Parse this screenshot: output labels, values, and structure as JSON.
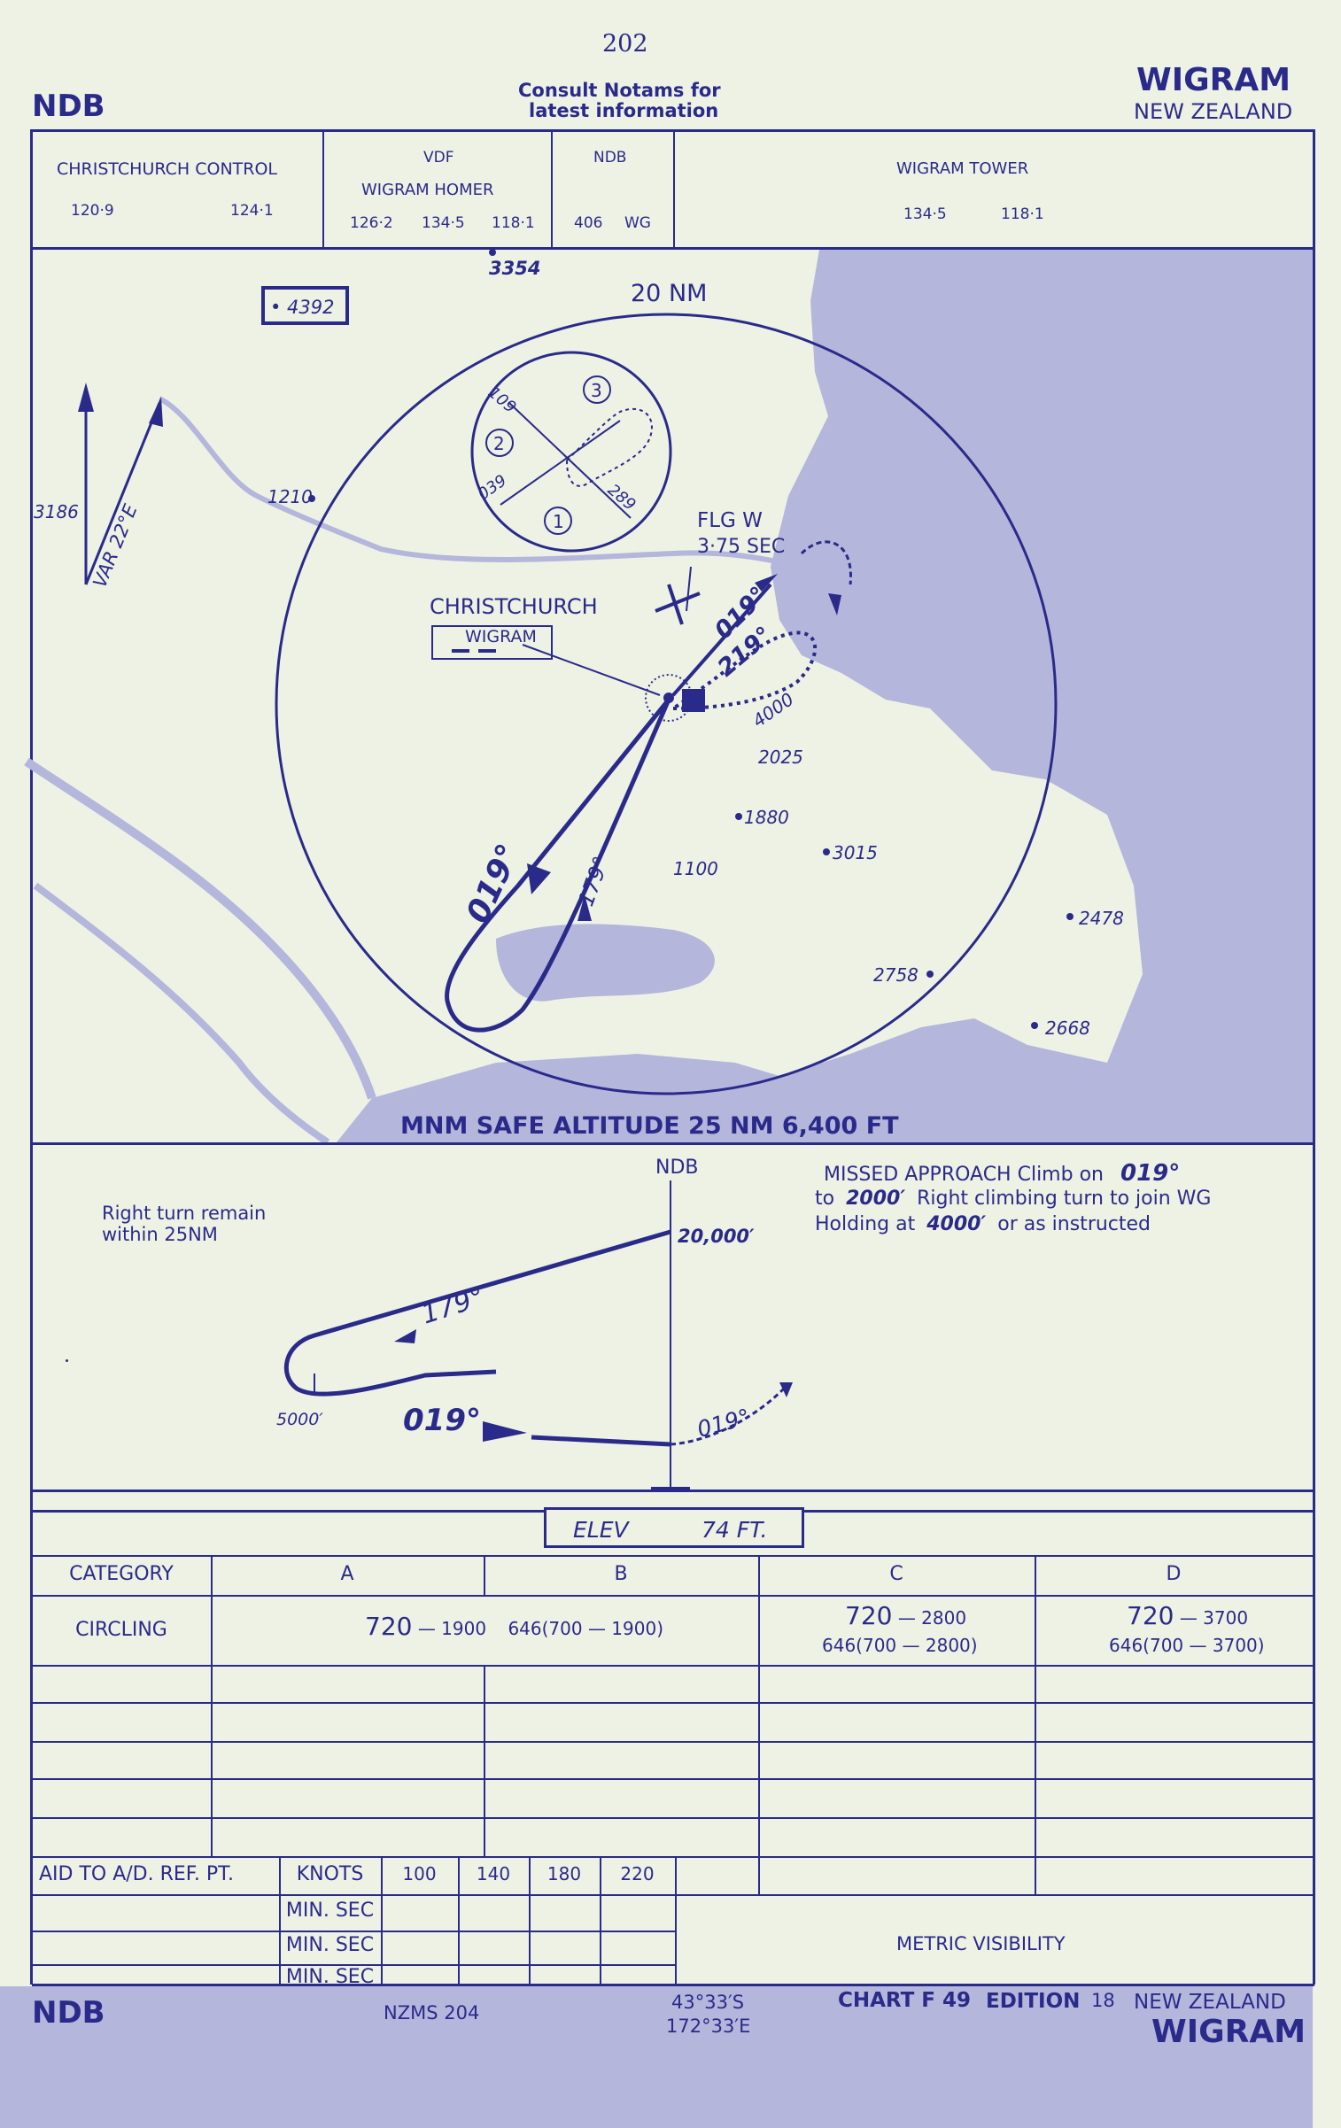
{
  "header": {
    "page_number": "202",
    "left_type": "NDB",
    "notam_line1": "Consult Notams for",
    "notam_line2": "latest information",
    "airport": "WIGRAM",
    "country": "NEW ZEALAND"
  },
  "frequencies": {
    "control_label": "CHRISTCHURCH  CONTROL",
    "control_f1": "120·9",
    "control_f2": "124·1",
    "vdf_label": "VDF",
    "vdf_sub": "WIGRAM HOMER",
    "vdf_f1": "126·2",
    "vdf_f2": "134·5",
    "vdf_f3": "118·1",
    "ndb_label": "NDB",
    "ndb_freq": "406",
    "ndb_ident": "WG",
    "tower_label": "WIGRAM TOWER",
    "tower_f1": "134·5",
    "tower_f2": "118·1"
  },
  "plan": {
    "elev_3354": "3354",
    "elev_4392": "• 4392",
    "ring": "20 NM",
    "var": "VAR 22°E",
    "elev_3186": "3186",
    "elev_1210": "1210",
    "flg_line1": "FLG W",
    "flg_line2": "3·75 SEC",
    "christchurch": "CHRISTCHURCH",
    "wigram": "WIGRAM",
    "crs_019_out": "019°",
    "crs_219": "219°",
    "alt_4000": "4000",
    "elev_2025": "2025",
    "elev_1880": "1880",
    "elev_1100": "1100",
    "elev_3015": "3015",
    "elev_2478": "2478",
    "elev_2758": "2758",
    "elev_2668": "2668",
    "crs_019_in": "019°",
    "crs_179": "179°",
    "hold_109": "109",
    "hold_039": "039",
    "hold_289": "289",
    "hold_1": "1",
    "hold_2": "2",
    "hold_3": "3",
    "msa": "MNM SAFE ALTITUDE 25 NM 6,400 FT"
  },
  "profile": {
    "ndb": "NDB",
    "remain1": "Right turn remain",
    "remain2": "within 25NM",
    "missed_l1": "MISSED  APPROACH  Climb on",
    "missed_crs": "019°",
    "missed_l2a": "to",
    "missed_l2b": "2000′",
    "missed_l2c": "Right climbing turn to join WG",
    "missed_l3a": "Holding at",
    "missed_l3b": "4000′",
    "missed_l3c": "or as instructed",
    "alt_20000": "20,000′",
    "crs_179": "179°",
    "alt_5000": "5000′",
    "crs_019": "019°",
    "crs_019_missed": "019°"
  },
  "minima": {
    "elev": "ELEV",
    "elev_val": "74  FT.",
    "category_label": "CATEGORY",
    "cats": [
      "A",
      "B",
      "C",
      "D"
    ],
    "circling_label": "CIRCLING",
    "ab_main": "720",
    "ab_dash": "— 1900",
    "ab_sub": "646(700 — 1900)",
    "c_main": "720",
    "c_dash": "— 2800",
    "c_sub": "646(700 — 2800)",
    "d_main": "720",
    "d_dash": "— 3700",
    "d_sub": "646(700 — 3700)"
  },
  "timing": {
    "aid_label": "AID TO A/D. REF. PT.",
    "knots_label": "KNOTS",
    "speeds": [
      "100",
      "140",
      "180",
      "220"
    ],
    "rows": [
      "MIN. SEC",
      "MIN. SEC",
      "MIN. SEC"
    ],
    "metric": "METRIC VISIBILITY"
  },
  "footer": {
    "left": "NDB",
    "nzms": "NZMS 204",
    "lat": "43°33′S",
    "lon": "172°33′E",
    "chart": "CHART F 49",
    "edition_label": "EDITION",
    "edition_num": "18",
    "country": "NEW  ZEALAND",
    "airport": "WIGRAM"
  },
  "colors": {
    "ink": "#2a2a8a",
    "paper": "#eef2e4",
    "sea": "#b4b6dc"
  }
}
